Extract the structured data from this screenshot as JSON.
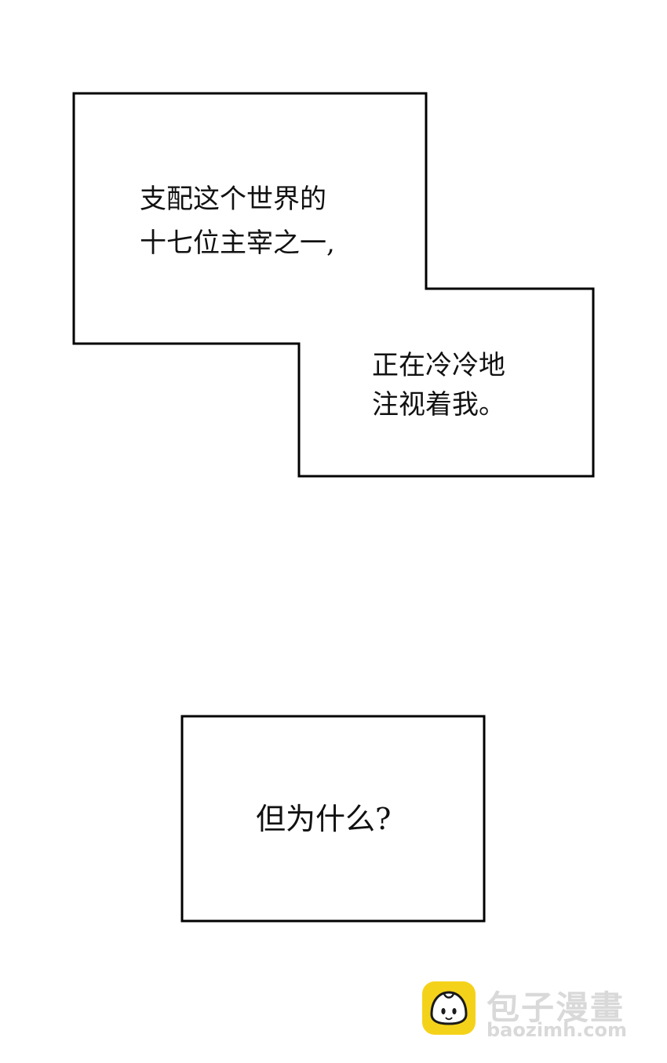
{
  "captions": {
    "box1": {
      "line1": "支配这个世界的",
      "line2": "十七位主宰之一,"
    },
    "box2": {
      "line1": "正在冷冷地",
      "line2": "注视着我。"
    },
    "box3": {
      "line1": "但为什么?"
    }
  },
  "watermark": {
    "title": "包子漫畫",
    "url": "baozimh.com",
    "icon": "bun-mascot-icon",
    "accent_color": "#f5d21a"
  },
  "colors": {
    "background": "#ffffff",
    "border": "#000000",
    "text": "#111111"
  }
}
